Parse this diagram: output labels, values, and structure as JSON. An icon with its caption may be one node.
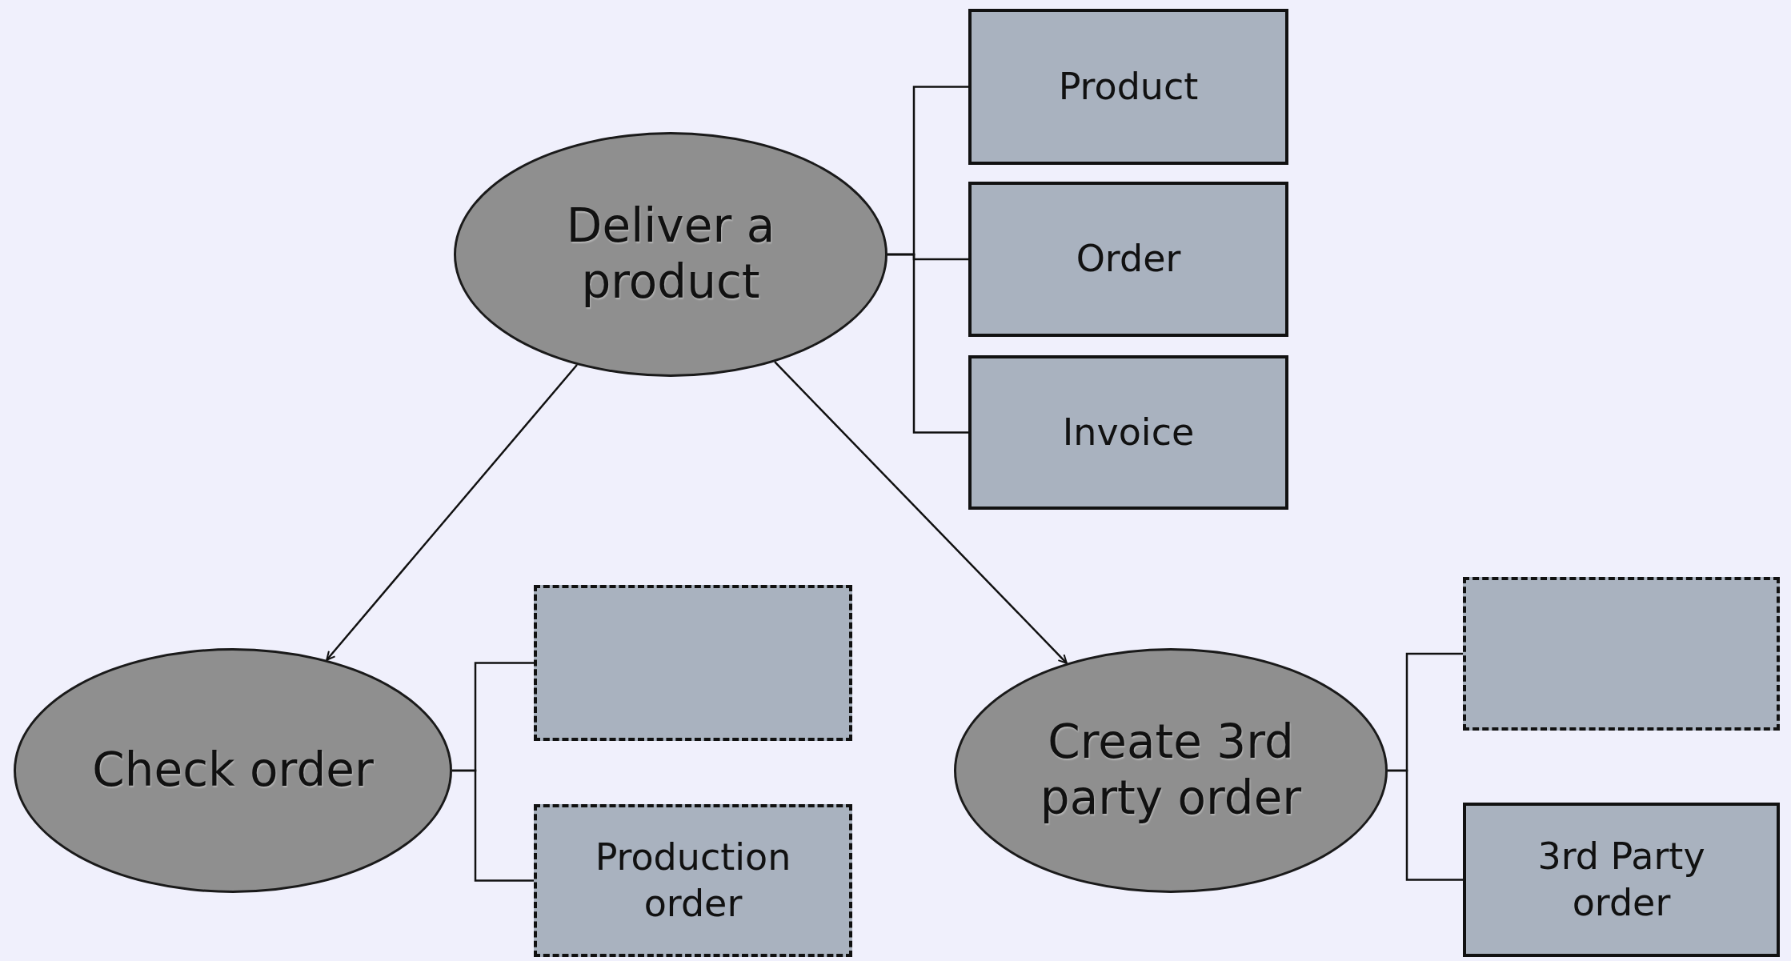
{
  "diagram": {
    "nodes": [
      {
        "text": [
          "Deliver a product"
        ]
      },
      {
        "text": [
          "Product"
        ]
      },
      {
        "text": [
          "Order"
        ]
      },
      {
        "text": [
          "Invoice"
        ]
      },
      {
        "text": [
          "Check order"
        ]
      },
      {
        "text": [],
        "shape": "box"
      },
      {
        "text": [
          "Production order"
        ]
      },
      {
        "text": [
          "Create 3rd party order"
        ]
      },
      {
        "text": [],
        "shape": "box"
      },
      {
        "text": [
          "3rd Party order"
        ]
      }
    ],
    "edges": [
      {
        "from": 0,
        "to": 1,
        "arrow": "none"
      },
      {
        "from": 0,
        "to": 2,
        "arrow": "none"
      },
      {
        "from": 0,
        "to": 3,
        "arrow": "none"
      },
      {
        "from": 0,
        "to": 4,
        "arrow": "to"
      },
      {
        "from": 0,
        "to": 7,
        "arrow": "to"
      },
      {
        "from": 4,
        "to": 5,
        "arrow": "none"
      },
      {
        "from": 4,
        "to": 6,
        "arrow": "none"
      },
      {
        "from": 7,
        "to": 8,
        "arrow": "none"
      },
      {
        "from": 7,
        "to": 9,
        "arrow": "none"
      }
    ]
  }
}
